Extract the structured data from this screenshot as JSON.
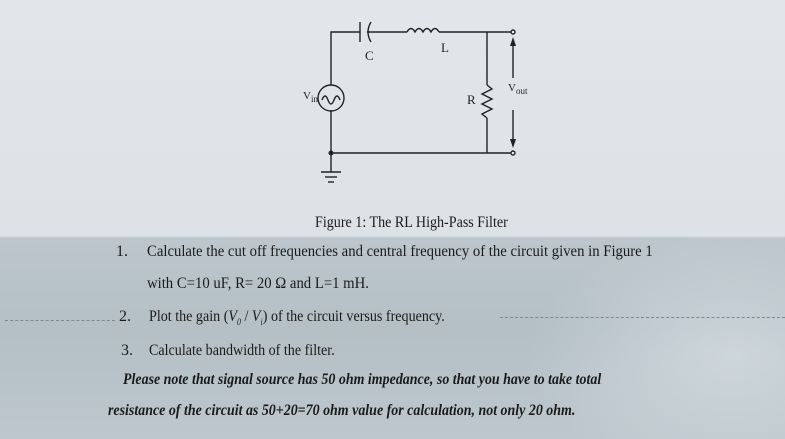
{
  "figure": {
    "caption": "Figure 1: The RL High-Pass Filter",
    "components": {
      "capacitor_label": "C",
      "inductor_label": "L",
      "resistor_label": "R",
      "source_label": "V",
      "source_sub": "in",
      "output_label": "V",
      "output_sub": "out"
    }
  },
  "questions": [
    {
      "number": "1.",
      "line1": "Calculate the cut off frequencies and central frequency of the circuit given in Figure 1",
      "line2": "with C=10 uF, R= 20 Ω and L=1 mH."
    },
    {
      "number": "2.",
      "pre": "Plot the gain (",
      "v0": "V",
      "v0_sub": "0",
      "slash": " / ",
      "vi": "V",
      "vi_sub": "i",
      "post": ") of the circuit versus frequency."
    },
    {
      "number": "3.",
      "line1": "Calculate bandwidth of the filter."
    }
  ],
  "note": {
    "line1": "Please note that signal source has 50 ohm impedance, so that  you have to take total",
    "line2": "resistance of the circuit as 50+20=70 ohm value for calculation, not only 20 ohm."
  }
}
